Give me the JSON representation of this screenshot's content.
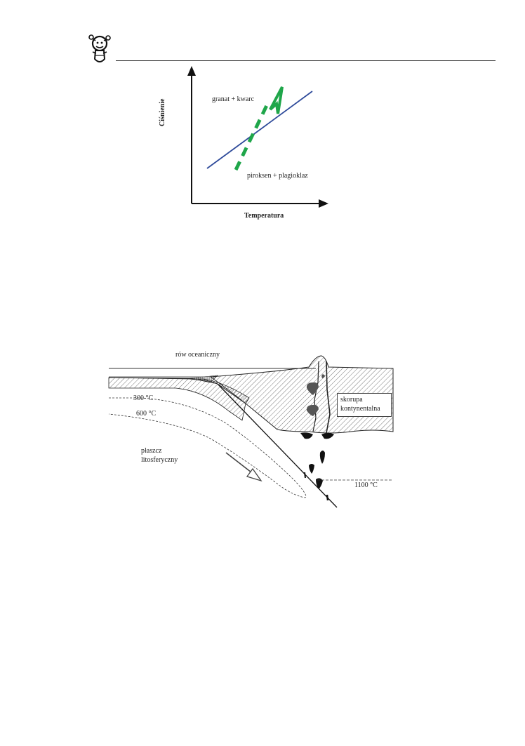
{
  "header": {
    "logo_icon": "chemist-flask-mascot-icon"
  },
  "phase_diagram": {
    "y_axis_label": "Ciśnienie",
    "x_axis_label": "Temperatura",
    "upper_field_label": "granat + kwarc",
    "lower_field_label": "piroksen + plagioklaz",
    "boundary_color": "#2e4a9a",
    "path_color": "#1fa64a"
  },
  "subduction_diagram": {
    "trench_label": "rów oceaniczny",
    "isotherm_300": "300 °C",
    "isotherm_600": "600 °C",
    "mantle_label_line1": "płaszcz",
    "mantle_label_line2": "litosferyczny",
    "crust_label_line1": "skorupa",
    "crust_label_line2": "kontynentalna",
    "isotherm_1100": "1100 °C"
  }
}
